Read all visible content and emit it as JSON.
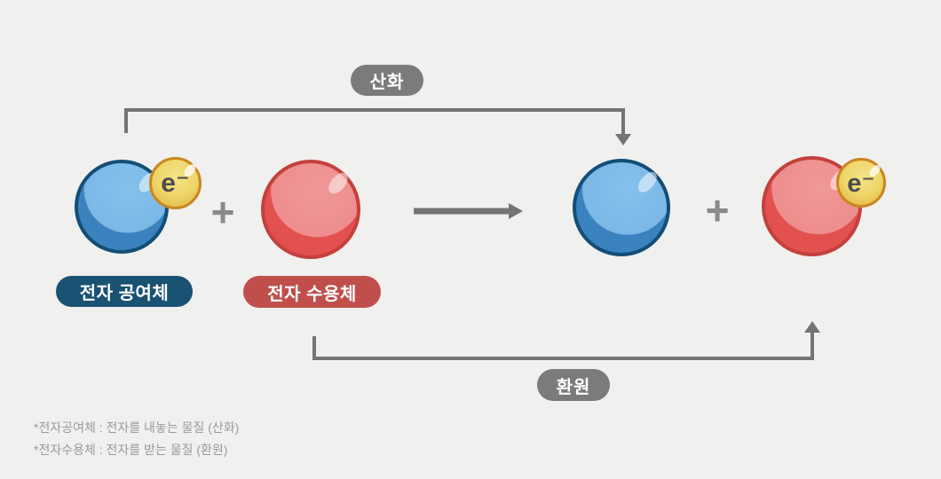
{
  "diagram": {
    "oxidation_badge": "산화",
    "reduction_badge": "환원",
    "donor_label": "전자 공여체",
    "acceptor_label": "전자 수용체",
    "electron_label": "e⁻",
    "plus_sign": "+",
    "footnotes": [
      "*전자공여체 : 전자를 내놓는 물질 (산화)",
      "*전자수용체 : 전자를 받는 물질 (환원)"
    ],
    "colors": {
      "background": "#f0f0ef",
      "sphere_blue_fill": "#7bb8e6",
      "sphere_blue_shade": "#3a83be",
      "sphere_blue_border": "#134e77",
      "sphere_red_fill": "#ee8d8d",
      "sphere_red_shade": "#e25150",
      "sphere_red_border": "#c4403c",
      "electron_fill": "#eed569",
      "electron_border": "#ca861e",
      "donor_badge": "#1a5273",
      "acceptor_badge": "#c04f4b",
      "process_badge": "#7b7b7b",
      "arrow": "#747474",
      "plus": "#8a8a8a",
      "footnote_text": "#9a9a9a"
    }
  }
}
